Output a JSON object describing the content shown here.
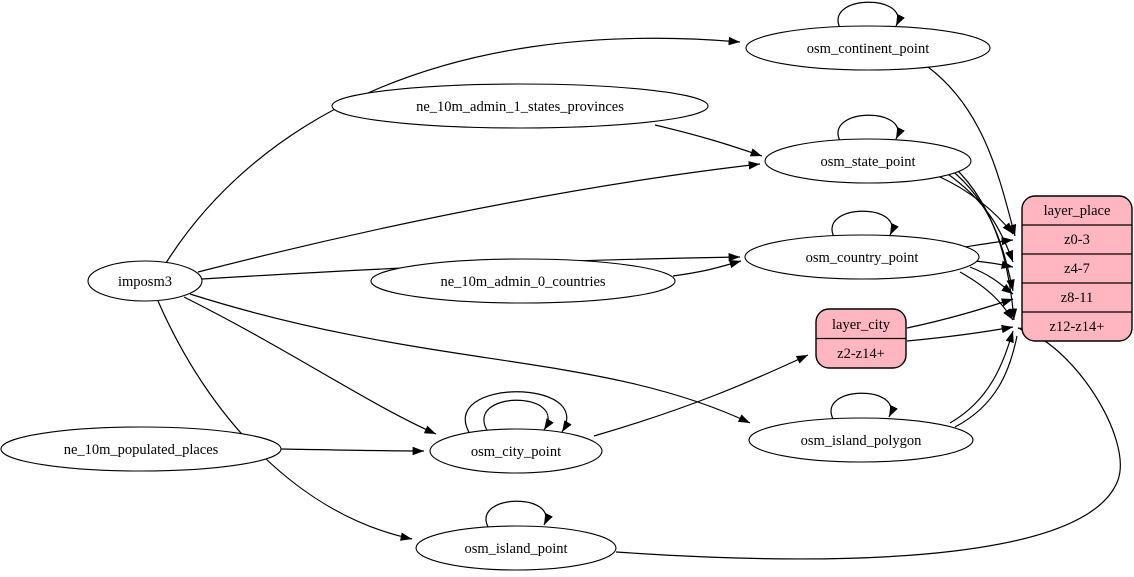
{
  "diagram": {
    "kind": "etl-graph",
    "colors": {
      "background": "#ffffff",
      "ellipse_fill": "#ffffff",
      "record_fill": "#ffb6c1",
      "stroke": "#000000"
    },
    "nodes": {
      "imposm3": {
        "label": "imposm3",
        "shape": "ellipse"
      },
      "ne_10m_admin_1_states_provinces": {
        "label": "ne_10m_admin_1_states_provinces",
        "shape": "ellipse"
      },
      "ne_10m_admin_0_countries": {
        "label": "ne_10m_admin_0_countries",
        "shape": "ellipse"
      },
      "ne_10m_populated_places": {
        "label": "ne_10m_populated_places",
        "shape": "ellipse"
      },
      "osm_continent_point": {
        "label": "osm_continent_point",
        "shape": "ellipse"
      },
      "osm_state_point": {
        "label": "osm_state_point",
        "shape": "ellipse"
      },
      "osm_country_point": {
        "label": "osm_country_point",
        "shape": "ellipse"
      },
      "osm_city_point": {
        "label": "osm_city_point",
        "shape": "ellipse"
      },
      "osm_island_polygon": {
        "label": "osm_island_polygon",
        "shape": "ellipse"
      },
      "osm_island_point": {
        "label": "osm_island_point",
        "shape": "ellipse"
      },
      "layer_city": {
        "label": "layer_city",
        "shape": "record",
        "rows": [
          "z2-z14+"
        ]
      },
      "layer_place": {
        "label": "layer_place",
        "shape": "record",
        "rows": [
          "z0-3",
          "z4-7",
          "z8-11",
          "z12-z14+"
        ]
      }
    },
    "edges": [
      {
        "from": "imposm3",
        "to": "osm_continent_point"
      },
      {
        "from": "imposm3",
        "to": "osm_state_point"
      },
      {
        "from": "imposm3",
        "to": "osm_country_point"
      },
      {
        "from": "imposm3",
        "to": "osm_city_point"
      },
      {
        "from": "imposm3",
        "to": "osm_island_polygon"
      },
      {
        "from": "imposm3",
        "to": "osm_island_point"
      },
      {
        "from": "ne_10m_admin_1_states_provinces",
        "to": "osm_state_point"
      },
      {
        "from": "ne_10m_admin_0_countries",
        "to": "osm_country_point"
      },
      {
        "from": "ne_10m_populated_places",
        "to": "osm_city_point"
      },
      {
        "from": "osm_continent_point",
        "to": "osm_continent_point"
      },
      {
        "from": "osm_state_point",
        "to": "osm_state_point"
      },
      {
        "from": "osm_country_point",
        "to": "osm_country_point"
      },
      {
        "from": "osm_city_point",
        "to": "osm_city_point"
      },
      {
        "from": "osm_city_point",
        "to": "osm_city_point"
      },
      {
        "from": "osm_island_polygon",
        "to": "osm_island_polygon"
      },
      {
        "from": "osm_island_point",
        "to": "osm_island_point"
      },
      {
        "from": "osm_continent_point",
        "to": "layer_place:z0-3"
      },
      {
        "from": "osm_state_point",
        "to": "layer_place:z0-3"
      },
      {
        "from": "osm_state_point",
        "to": "layer_place:z4-7"
      },
      {
        "from": "osm_state_point",
        "to": "layer_place:z8-11"
      },
      {
        "from": "osm_state_point",
        "to": "layer_place:z12-z14+"
      },
      {
        "from": "osm_country_point",
        "to": "layer_place:z0-3"
      },
      {
        "from": "osm_country_point",
        "to": "layer_place:z4-7"
      },
      {
        "from": "osm_country_point",
        "to": "layer_place:z8-11"
      },
      {
        "from": "osm_country_point",
        "to": "layer_place:z12-z14+"
      },
      {
        "from": "osm_city_point",
        "to": "layer_city:z2-z14+"
      },
      {
        "from": "layer_city",
        "to": "layer_place:z8-11"
      },
      {
        "from": "layer_city",
        "to": "layer_place:z12-z14+"
      },
      {
        "from": "osm_island_polygon",
        "to": "layer_place:z12-z14+"
      },
      {
        "from": "osm_island_point",
        "to": "layer_place:z12-z14+"
      }
    ]
  }
}
